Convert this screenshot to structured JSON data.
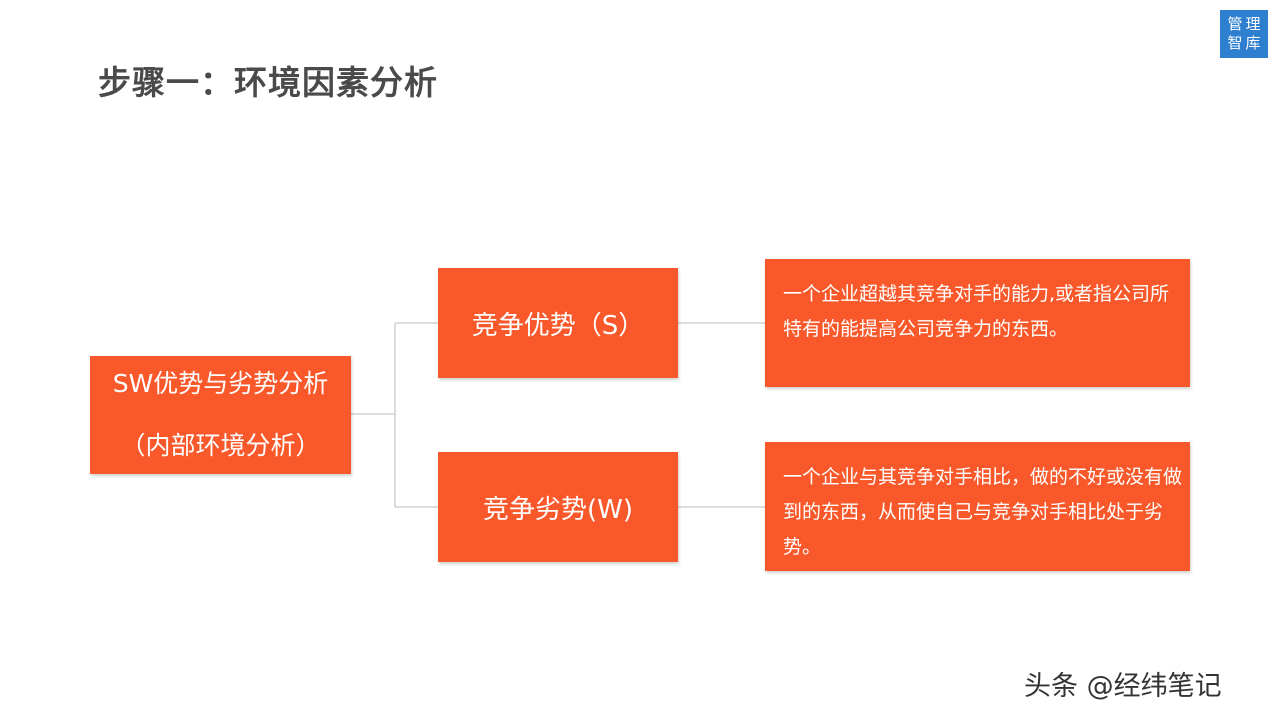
{
  "title": "步骤一：环境因素分析",
  "logo": {
    "line1": "管理",
    "line2": "智库",
    "color": "#2f7fd0"
  },
  "diagram": {
    "accent_color": "#f9592a",
    "root": {
      "line1": "SW优势与劣势分析",
      "line2": "（内部环境分析）"
    },
    "branches": [
      {
        "label": "竞争优势（S）",
        "description": "一个企业超越其竞争对手的能力,或者指公司所特有的能提高公司竞争力的东西。"
      },
      {
        "label": "竞争劣势(W)",
        "description": "一个企业与其竞争对手相比，做的不好或没有做到的东西，从而使自己与竞争对手相比处于劣势。"
      }
    ]
  },
  "watermark": "头条 @经纬笔记"
}
